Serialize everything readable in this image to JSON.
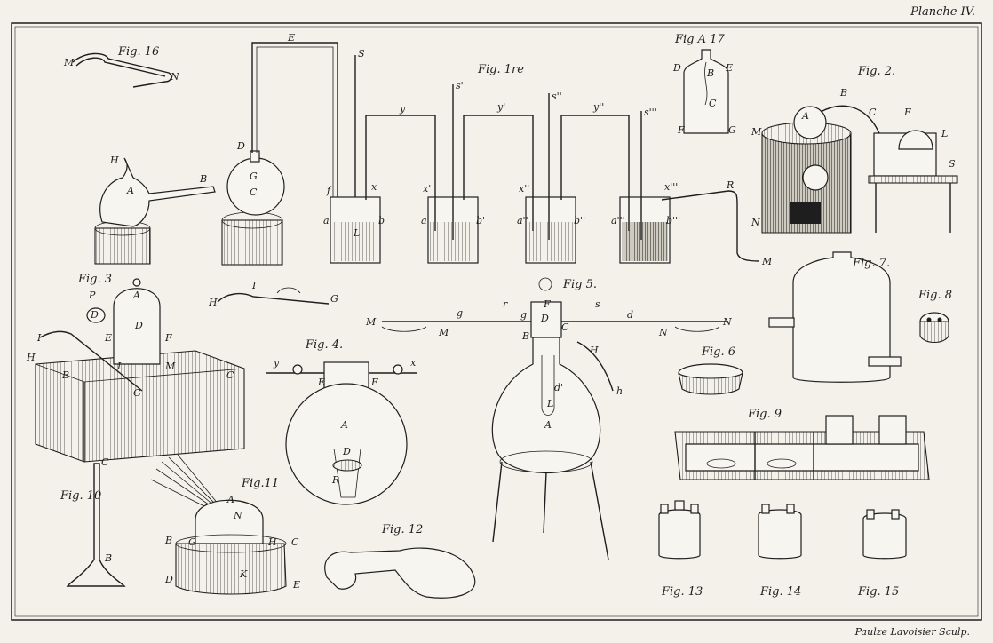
{
  "plate": {
    "title": "Planche IV.",
    "engraver": "Paulze Lavoisier Sculp."
  },
  "figures": {
    "fig1": "Fig. 1re",
    "fig2": "Fig. 2.",
    "fig3": "Fig. 3",
    "fig4": "Fig. 4.",
    "fig5": "Fig 5.",
    "fig6": "Fig. 6",
    "fig7": "Fig. 7.",
    "fig8": "Fig. 8",
    "fig9": "Fig. 9",
    "fig10": "Fig. 10",
    "fig11": "Fig.11",
    "fig12": "Fig. 12",
    "fig13": "Fig. 13",
    "fig14": "Fig. 14",
    "fig15": "Fig. 15",
    "fig16": "Fig. 16",
    "fig17": "Fig A 17"
  },
  "letters": {
    "A": "A",
    "B": "B",
    "C": "C",
    "D": "D",
    "E": "E",
    "F": "F",
    "G": "G",
    "H": "H",
    "I": "I",
    "K": "K",
    "L": "L",
    "M": "M",
    "N": "N",
    "P": "P",
    "R": "R",
    "S": "S",
    "a": "a",
    "b": "b",
    "d": "d",
    "f": "f",
    "g": "g",
    "h": "h",
    "r": "r",
    "s": "s",
    "x": "x",
    "y": "y",
    "a1": "a'",
    "b1": "b'",
    "x1": "x'",
    "y1": "y'",
    "s1": "s'",
    "a2": "a''",
    "b2": "b''",
    "x2": "x''",
    "y2": "y''",
    "s2": "s''",
    "a3": "a'''",
    "b3": "b'''",
    "x3": "x'''",
    "s3": "s'''",
    "d1": "d'"
  }
}
